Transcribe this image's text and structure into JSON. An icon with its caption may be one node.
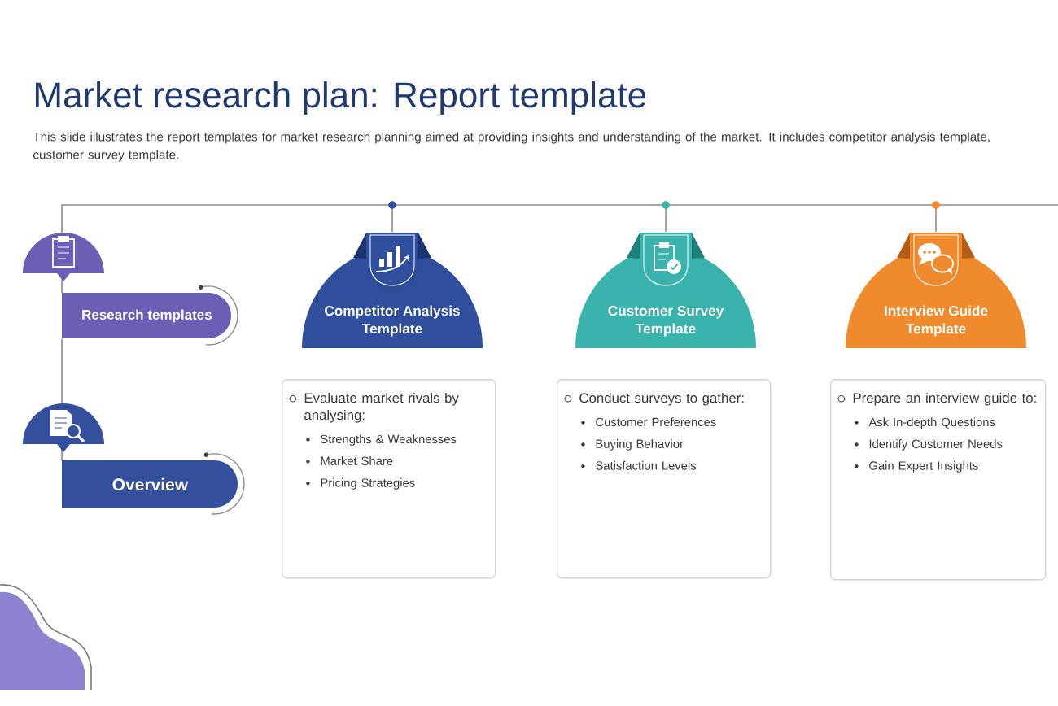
{
  "diagram": {
    "title": "Market research plan: Report template",
    "nodes": [
      {
        "text": [
          "Research templates"
        ]
      },
      {
        "text": [
          "Overview"
        ]
      },
      {
        "text": [
          "Competitor Analysis Template"
        ]
      },
      {
        "text": [
          "Evaluate market rivals by analysing:",
          "Strengths & Weaknesses",
          "Market Share",
          "Pricing Strategies"
        ]
      },
      {
        "text": [
          "Customer Survey Template"
        ]
      },
      {
        "text": [
          "Conduct surveys to gather:",
          "Customer Preferences",
          "Buying Behavior",
          "Satisfaction Levels"
        ]
      },
      {
        "text": [
          "Interview Guide Template"
        ]
      },
      {
        "text": [
          "Prepare an interview guide to:",
          "Ask In-depth Questions",
          "Identify Customer Needs",
          "Gain Expert Insights"
        ]
      }
    ],
    "edges": [
      {
        "from": 0,
        "to": 2,
        "arrow": "none"
      },
      {
        "from": 0,
        "to": 4,
        "arrow": "none"
      },
      {
        "from": 0,
        "to": 6,
        "arrow": "none"
      },
      {
        "from": 0,
        "to": 1,
        "arrow": "none"
      }
    ],
    "labels": [
      "This slide illustrates the report templates for market research planning aimed at providing insights and understanding of the market. It includes competitor analysis template, customer survey template."
    ]
  }
}
